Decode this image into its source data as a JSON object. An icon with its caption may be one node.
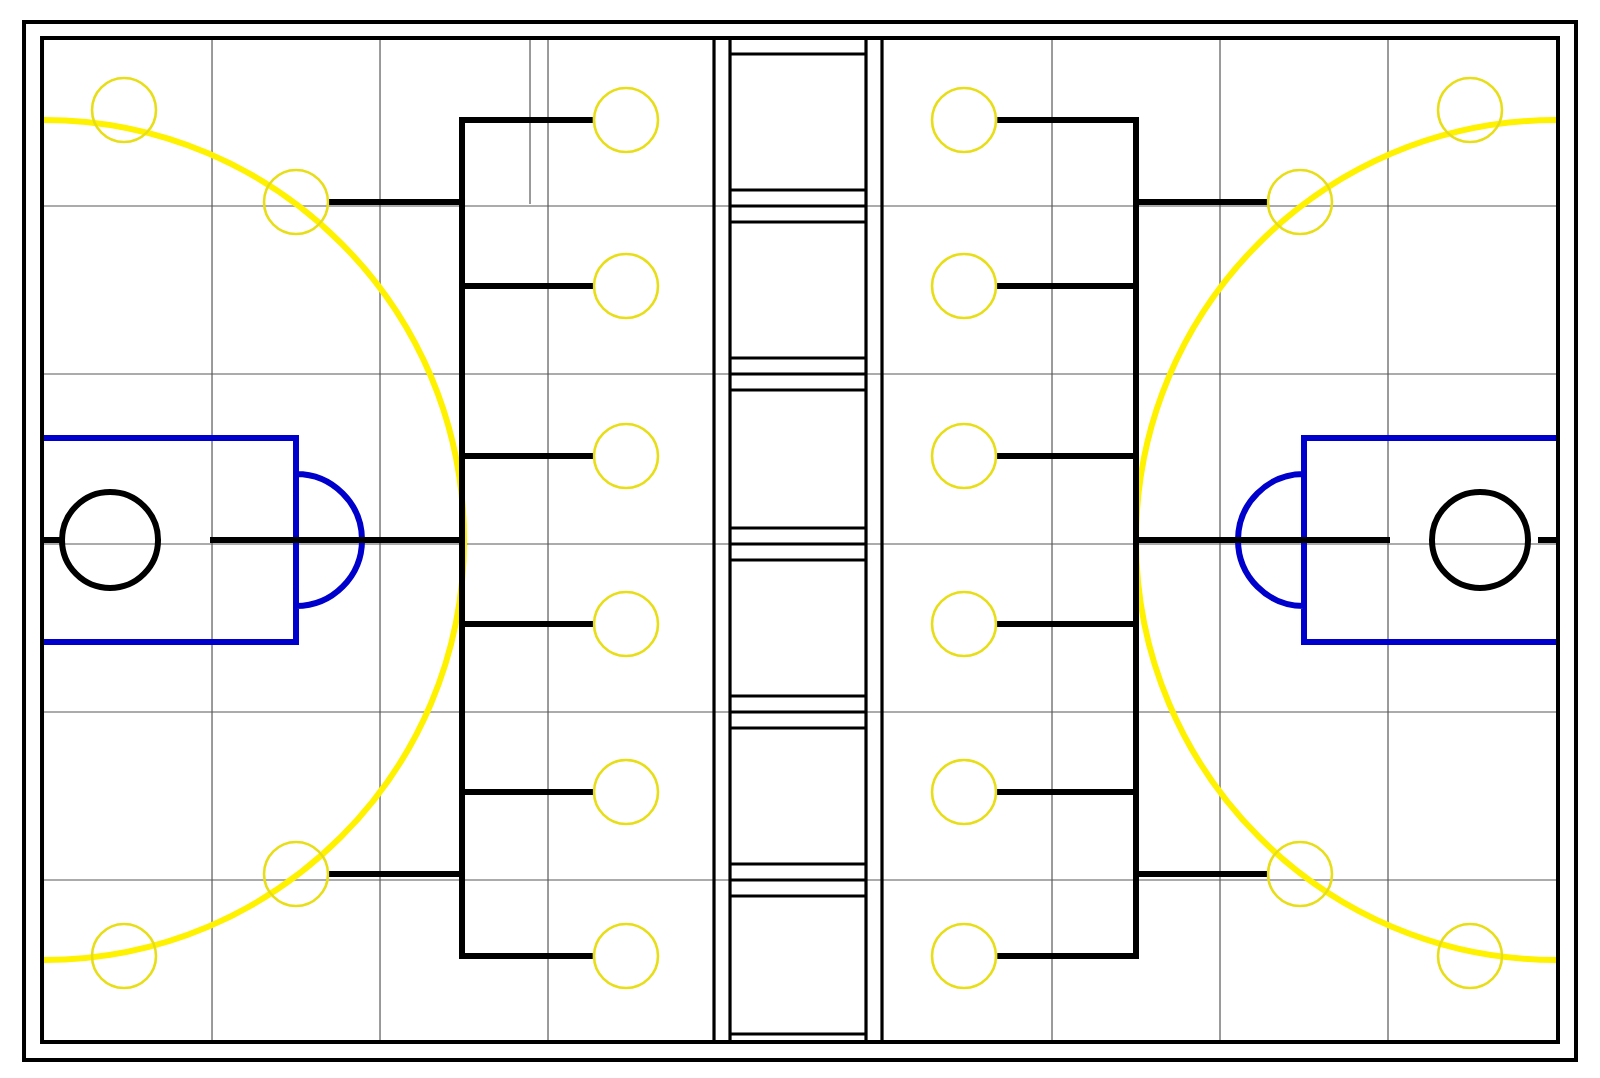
{
  "diagram": {
    "nodes": [
      {
        "text": [],
        "shape": "circle"
      },
      {
        "text": [],
        "shape": "circle"
      },
      {
        "text": [],
        "shape": "circle"
      },
      {
        "text": [],
        "shape": "circle"
      },
      {
        "text": [],
        "shape": "circle"
      },
      {
        "text": [],
        "shape": "circle"
      },
      {
        "text": [],
        "shape": "circle"
      },
      {
        "text": [],
        "shape": "circle"
      },
      {
        "text": [],
        "shape": "circle"
      },
      {
        "text": [],
        "shape": "circle"
      },
      {
        "text": [],
        "shape": "circle"
      },
      {
        "text": [],
        "shape": "circle"
      },
      {
        "text": [],
        "shape": "circle"
      },
      {
        "text": [],
        "shape": "circle"
      },
      {
        "text": [],
        "shape": "circle"
      },
      {
        "text": [],
        "shape": "circle"
      },
      {
        "text": [],
        "shape": "circle"
      },
      {
        "text": [],
        "shape": "circle"
      },
      {
        "text": [],
        "shape": "circle"
      },
      {
        "text": [],
        "shape": "circle"
      }
    ],
    "edges": [
      {
        "from": 1,
        "to": 4,
        "arrow": "none"
      },
      {
        "from": 4,
        "to": 6,
        "arrow": "none"
      },
      {
        "from": 6,
        "to": 8,
        "arrow": "none"
      },
      {
        "from": 8,
        "to": 10,
        "arrow": "none"
      },
      {
        "from": 10,
        "to": 12,
        "arrow": "none"
      },
      {
        "from": 12,
        "to": 14,
        "arrow": "none"
      },
      {
        "from": 14,
        "to": 17,
        "arrow": "none"
      },
      {
        "from": 2,
        "to": 5,
        "arrow": "none"
      },
      {
        "from": 5,
        "to": 7,
        "arrow": "none"
      },
      {
        "from": 7,
        "to": 9,
        "arrow": "none"
      },
      {
        "from": 9,
        "to": 11,
        "arrow": "none"
      },
      {
        "from": 11,
        "to": 13,
        "arrow": "none"
      },
      {
        "from": 13,
        "to": 15,
        "arrow": "none"
      },
      {
        "from": 15,
        "to": 18,
        "arrow": "none"
      }
    ]
  }
}
